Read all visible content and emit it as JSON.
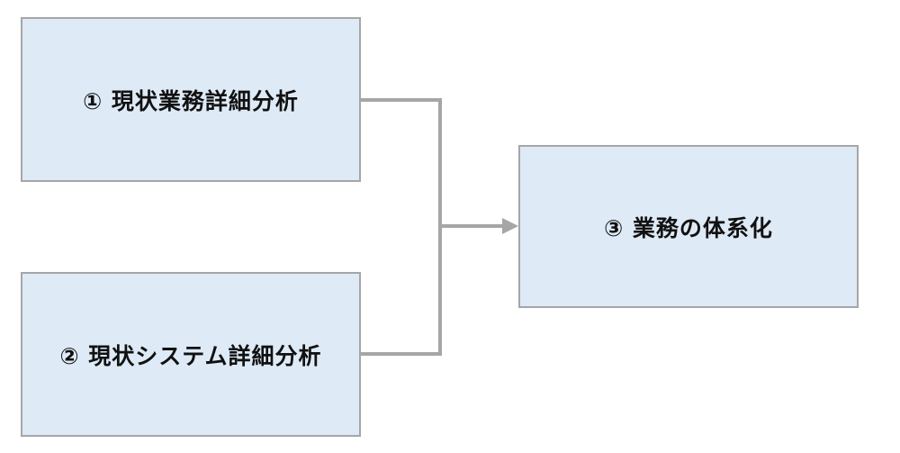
{
  "boxes": [
    {
      "id": "box1",
      "label": "① 現状業務詳細分析"
    },
    {
      "id": "box2",
      "label": "② 現状システム詳細分析"
    },
    {
      "id": "box3",
      "label": "③ 業務の体系化"
    }
  ],
  "colors": {
    "box_fill": "#deeaf6",
    "box_border": "#a6a6a6",
    "connector": "#a6a6a6",
    "text": "#111111"
  }
}
